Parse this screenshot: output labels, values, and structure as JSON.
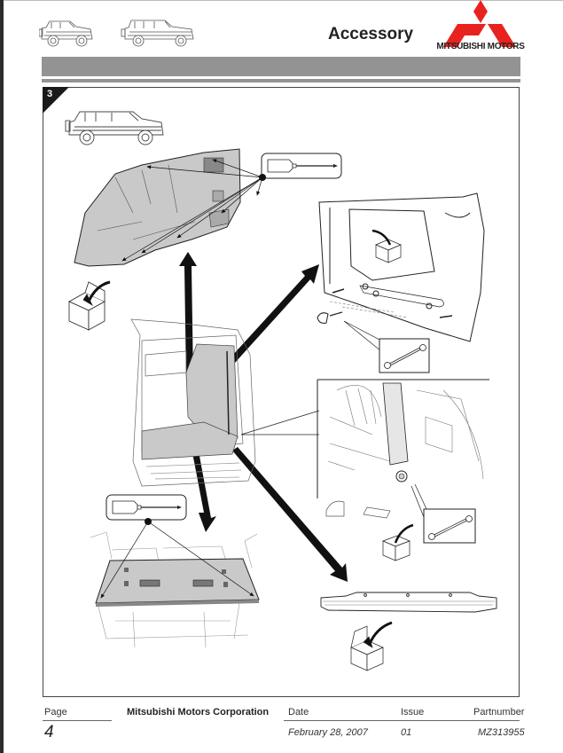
{
  "header": {
    "title": "Accessory",
    "brand": "MITSUBISHI MOTORS",
    "brand_color": "#e8231f",
    "band_color": "#939393",
    "vehicle_icons": [
      "3-door-suv-icon",
      "5-door-suv-icon"
    ]
  },
  "step": {
    "number": "3",
    "illustrations": [
      "vehicle-side-view",
      "side-trim-panel-removal",
      "quarter-trim-panel-removal",
      "cargo-area-overview",
      "seatbelt-anchor-detail",
      "floor-board-removal",
      "rear-scuff-plate-removal"
    ],
    "tools": [
      "screwdriver-icon",
      "wrench-icon"
    ]
  },
  "footer": {
    "page_label": "Page",
    "page_value": "4",
    "company": "Mitsubishi Motors Corporation",
    "date_label": "Date",
    "date_value": "February 28, 2007",
    "issue_label": "Issue",
    "issue_value": "01",
    "part_label": "Partnumber",
    "part_value": "MZ313955"
  }
}
